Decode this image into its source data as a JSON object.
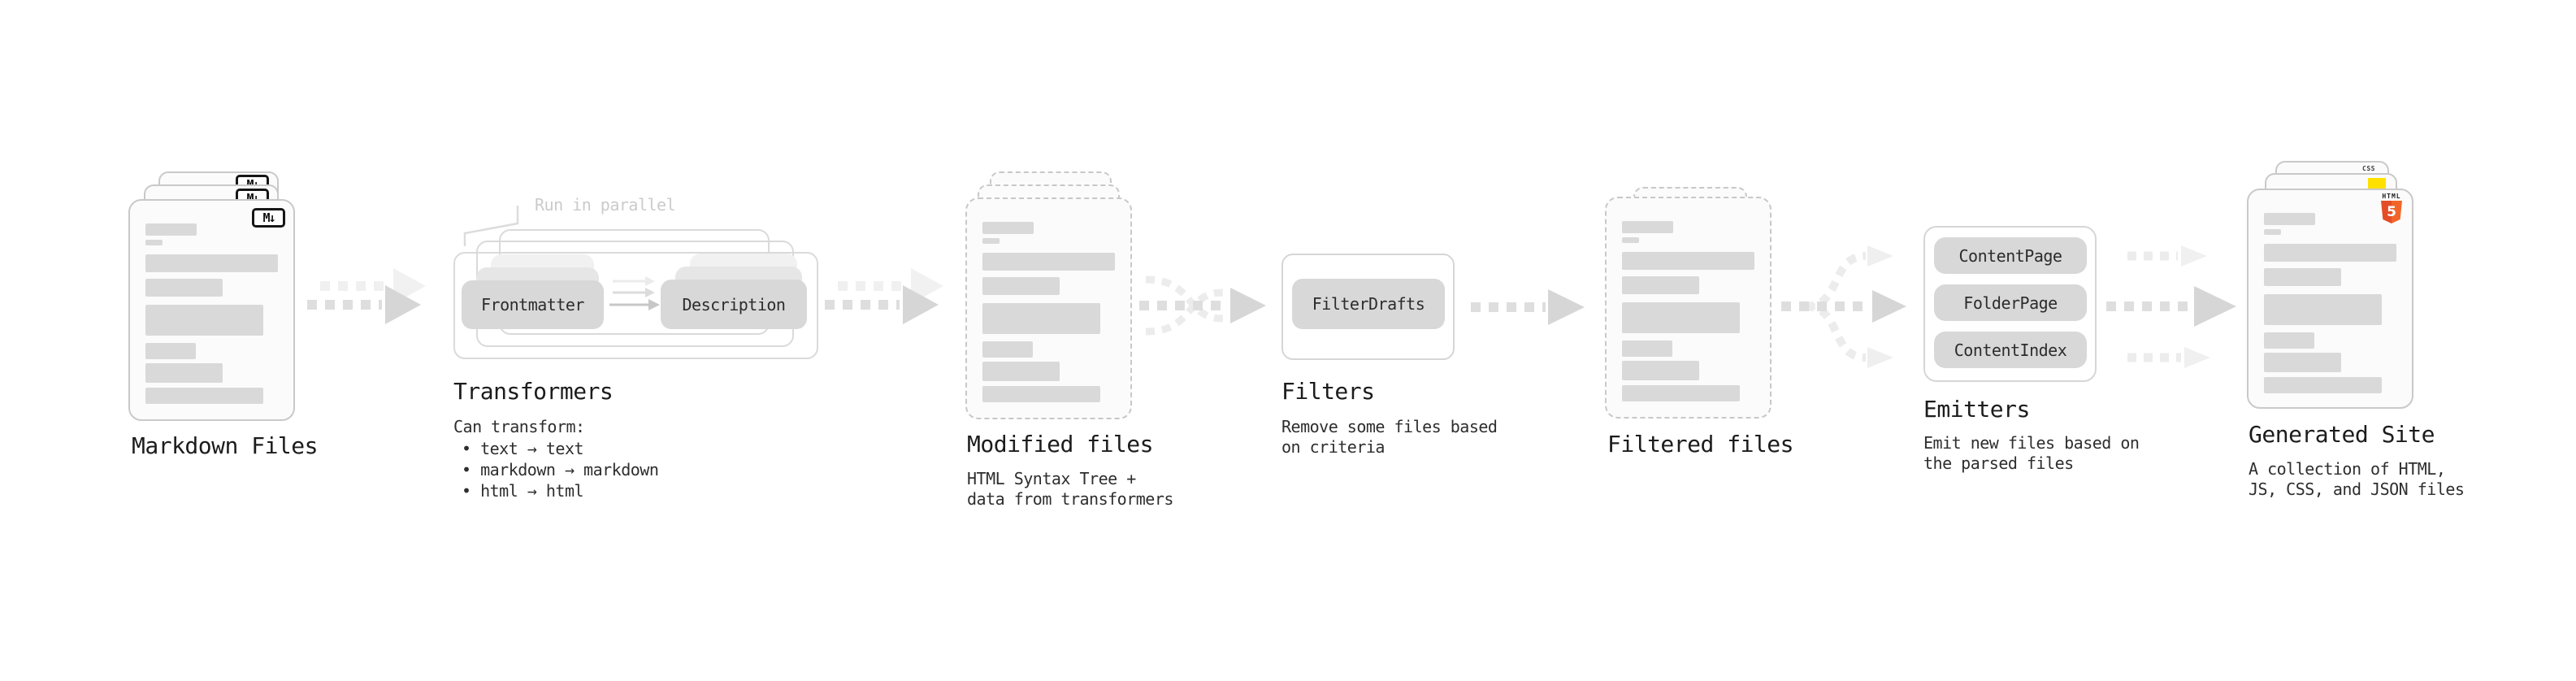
{
  "diagram": {
    "stages": {
      "markdown": {
        "label": "Markdown Files",
        "badge": "M↓"
      },
      "transformers": {
        "label": "Transformers",
        "note": "Run in parallel",
        "pill_left": "Frontmatter",
        "pill_right": "Description",
        "sub_title": "Can transform:",
        "bullets": [
          "• text → text",
          "• markdown → markdown",
          "• html → html"
        ]
      },
      "modified": {
        "label": "Modified files",
        "sub": [
          "HTML Syntax Tree +",
          "data from transformers"
        ]
      },
      "filters": {
        "label": "Filters",
        "pill": "FilterDrafts",
        "sub": [
          "Remove some files based",
          "on criteria"
        ]
      },
      "filtered": {
        "label": "Filtered files"
      },
      "emitters": {
        "label": "Emitters",
        "pills": [
          "ContentPage",
          "FolderPage",
          "ContentIndex"
        ],
        "sub": [
          "Emit new files based on",
          "the parsed files"
        ]
      },
      "generated": {
        "label": "Generated Site",
        "badge_css": "CSS",
        "badge_html": "HTML",
        "badge_html_number": "5",
        "sub": [
          "A collection of HTML,",
          "JS, CSS, and JSON files"
        ]
      }
    },
    "colors": {
      "html5_orange": "#e44d26",
      "css_blue": "#2e6bee",
      "js_yellow": "#ffe100"
    }
  }
}
